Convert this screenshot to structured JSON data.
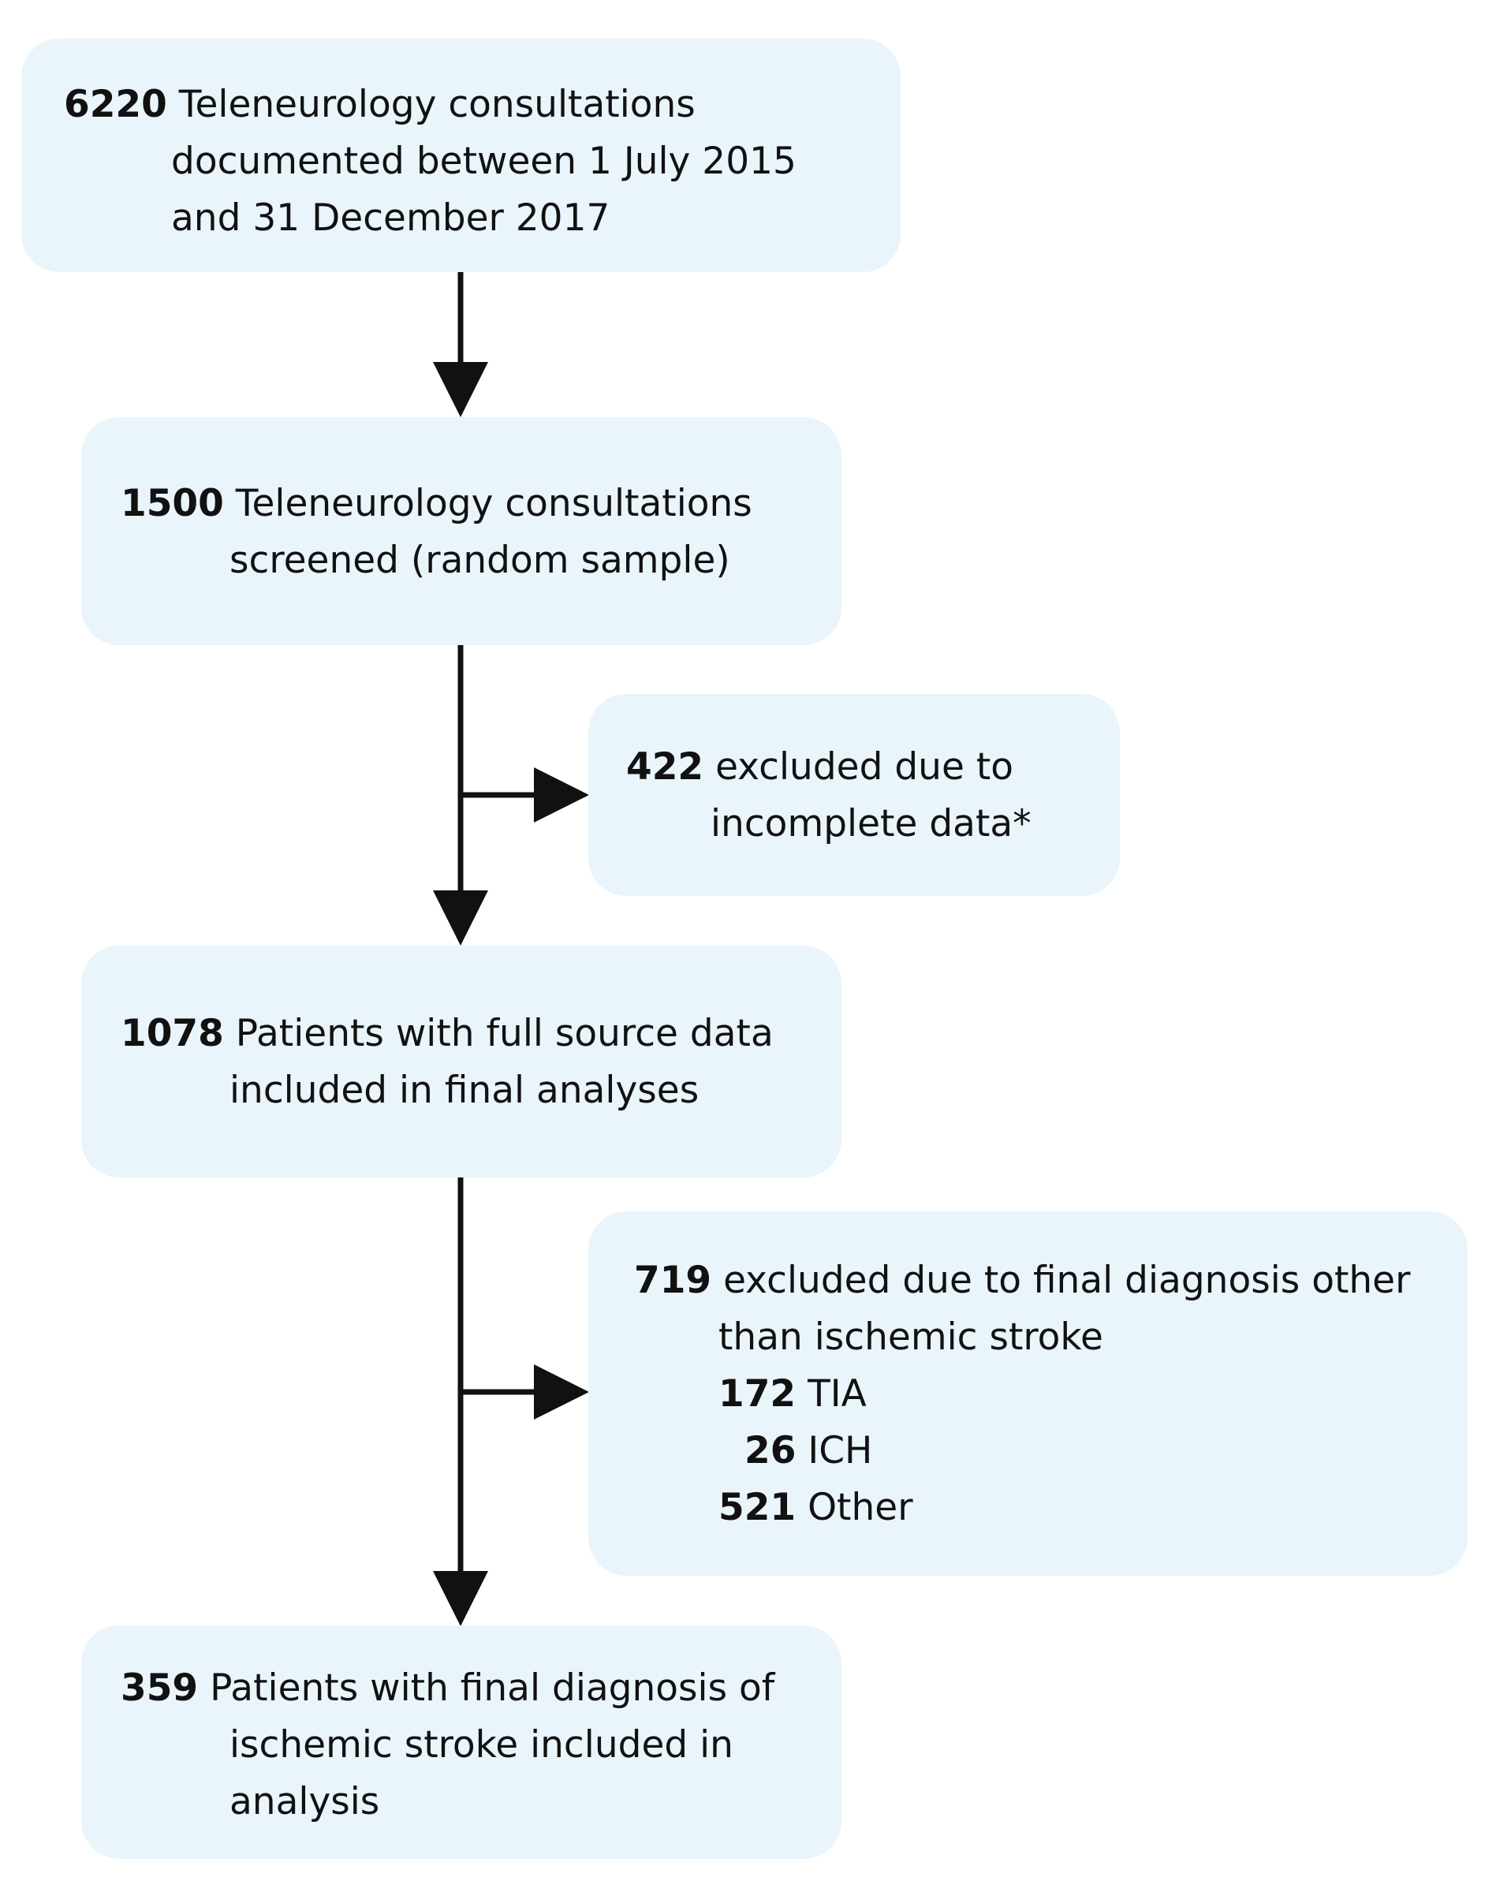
{
  "boxes": {
    "box1": {
      "count": "6220",
      "lines": [
        "Teleneurology consultations",
        "documented between 1 July 2015",
        "and 31 December 2017"
      ]
    },
    "box2": {
      "count": "1500",
      "lines": [
        "Teleneurology consultations",
        "screened (random sample)"
      ]
    },
    "box3": {
      "count": "422",
      "lines": [
        "excluded due to",
        "incomplete data*"
      ]
    },
    "box4": {
      "count": "1078",
      "lines": [
        "Patients with full source data",
        "included in final analyses"
      ]
    },
    "box5": {
      "count": "719",
      "lines": [
        "excluded due to final diagnosis other",
        "than ischemic stroke"
      ],
      "breakdown": [
        {
          "count": "172",
          "label": "TIA"
        },
        {
          "count": "26",
          "label": "ICH"
        },
        {
          "count": "521",
          "label": "Other"
        }
      ]
    },
    "box6": {
      "count": "359",
      "lines": [
        "Patients with final diagnosis of",
        "ischemic stroke included in",
        "analysis"
      ]
    }
  },
  "colors": {
    "box_fill": "#eaf4fb",
    "arrow": "#111111",
    "text": "#111111"
  }
}
